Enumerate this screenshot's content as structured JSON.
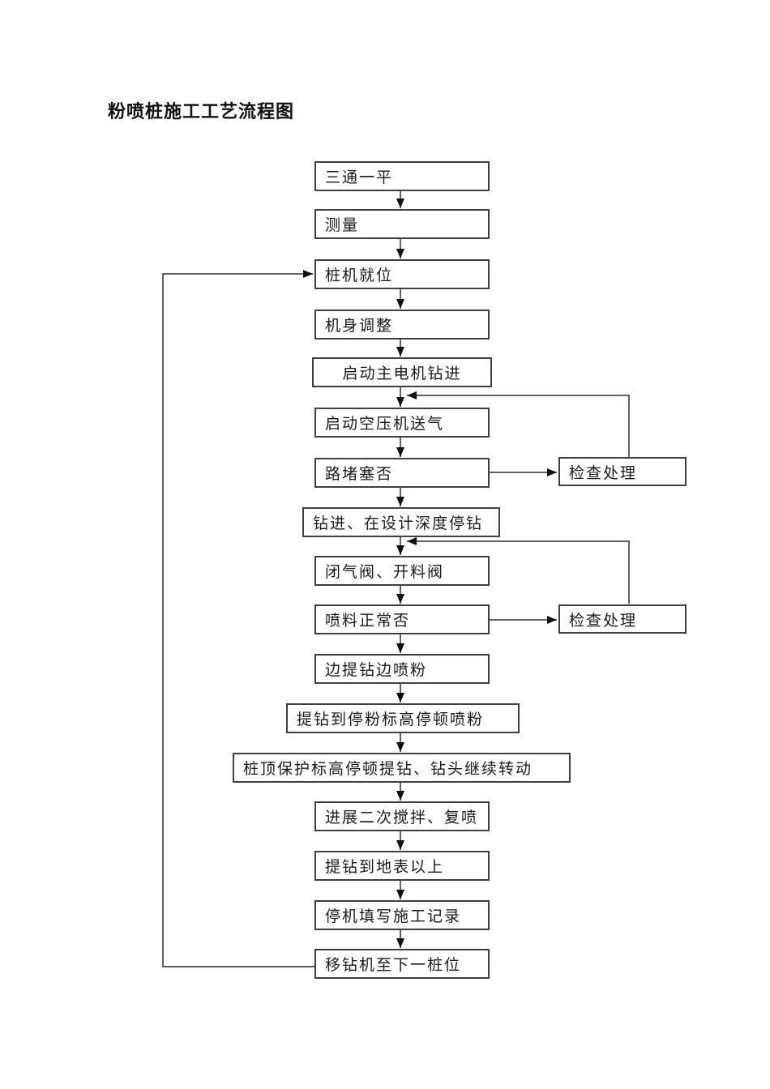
{
  "page": {
    "title": "粉喷桩施工工艺流程图"
  },
  "flow": {
    "steps": [
      {
        "label": "三通一平"
      },
      {
        "label": "测量"
      },
      {
        "label": "桩机就位"
      },
      {
        "label": "机身调整"
      },
      {
        "label": "启动主电机钻进"
      },
      {
        "label": "启动空压机送气"
      },
      {
        "label": "路堵塞否"
      },
      {
        "label": "钻进、在设计深度停钻"
      },
      {
        "label": "闭气阀、开料阀"
      },
      {
        "label": "喷料正常否"
      },
      {
        "label": "边提钻边喷粉"
      },
      {
        "label": "提钻到停粉标高停顿喷粉"
      },
      {
        "label": "桩顶保护标高停顿提钻、钻头继续转动"
      },
      {
        "label": "进展二次搅拌、复喷"
      },
      {
        "label": "提钻到地表以上"
      },
      {
        "label": "停机填写施工记录"
      },
      {
        "label": "移钻机至下一桩位"
      }
    ],
    "checks": [
      {
        "label": "检查处理"
      },
      {
        "label": "检查处理"
      }
    ]
  },
  "colors": {
    "background": "#ffffff",
    "box_border": "#3f3f3f",
    "line": "#2f2f2f",
    "arrowhead": "#111111",
    "text": "#1a1a1a"
  }
}
